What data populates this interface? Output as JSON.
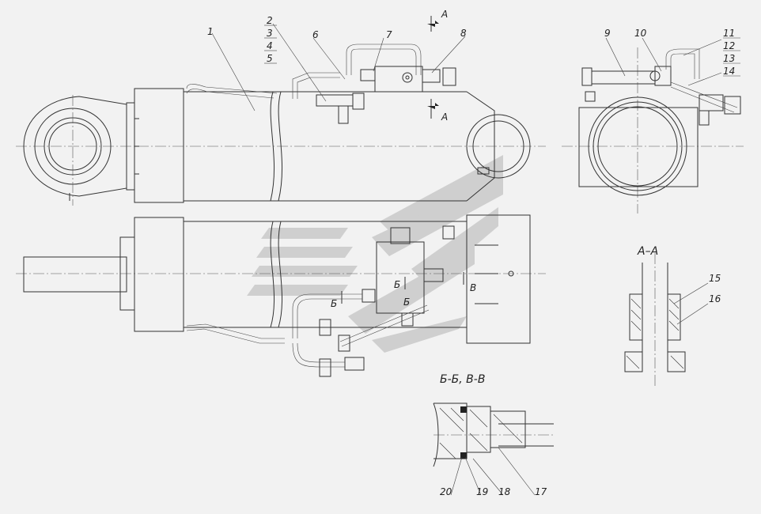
{
  "drawing": {
    "section_labels": {
      "aa": "А–А",
      "bb_vv": "Б-Б, В-В"
    },
    "view_marks": {
      "a_top": "А",
      "a_bottom": "А",
      "b_left": "Б",
      "b_mid": "Б",
      "b_right": "Б",
      "v_right": "В"
    },
    "callouts": {
      "c1": "1",
      "c2": "2",
      "c3": "3",
      "c4": "4",
      "c5": "5",
      "c6": "6",
      "c7": "7",
      "c8": "8",
      "c9": "9",
      "c10": "10",
      "c11": "11",
      "c12": "12",
      "c13": "13",
      "c14": "14",
      "c15": "15",
      "c16": "16",
      "c17": "17",
      "c18": "18",
      "c19": "19",
      "c20": "20"
    },
    "colors": {
      "background": "#f2f2f2",
      "lines": "#333333",
      "watermark": "#c9c9c9"
    }
  }
}
